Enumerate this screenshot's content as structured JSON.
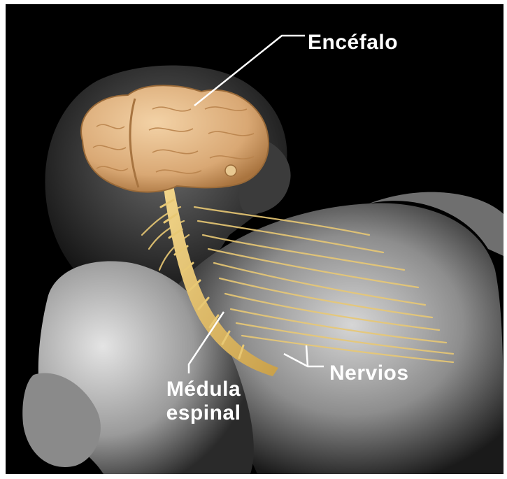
{
  "labels": {
    "brain": "Encéfalo",
    "spinal_cord_line1": "Médula",
    "spinal_cord_line2": "espinal",
    "nerves": "Nervios"
  },
  "colors": {
    "background": "#000000",
    "brain": "#e2b98a",
    "nerves": "#e8c874",
    "skin": "#bdbdbd",
    "label_text": "#ffffff"
  }
}
